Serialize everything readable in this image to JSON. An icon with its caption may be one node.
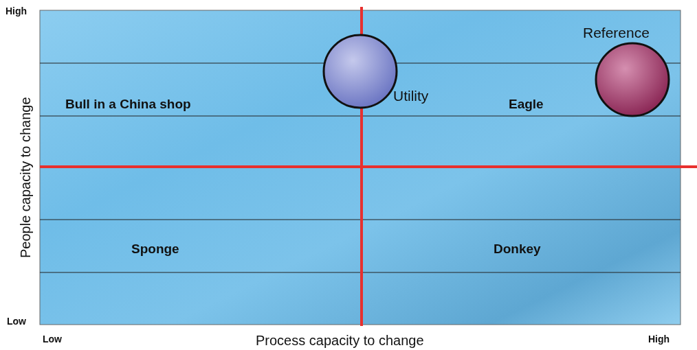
{
  "diagram": {
    "nodes": [
      {
        "text": [],
        "shape": "circle",
        "beside": [
          "Utility"
        ]
      },
      {
        "text": [],
        "shape": "circle",
        "beside": [
          "Reference"
        ]
      }
    ],
    "labels": [
      "High",
      "Bull in a China shop",
      "Eagle",
      "People capacity to change",
      "Sponge",
      "Donkey",
      "Low",
      "Low",
      "Process capacity to change",
      "High"
    ]
  }
}
